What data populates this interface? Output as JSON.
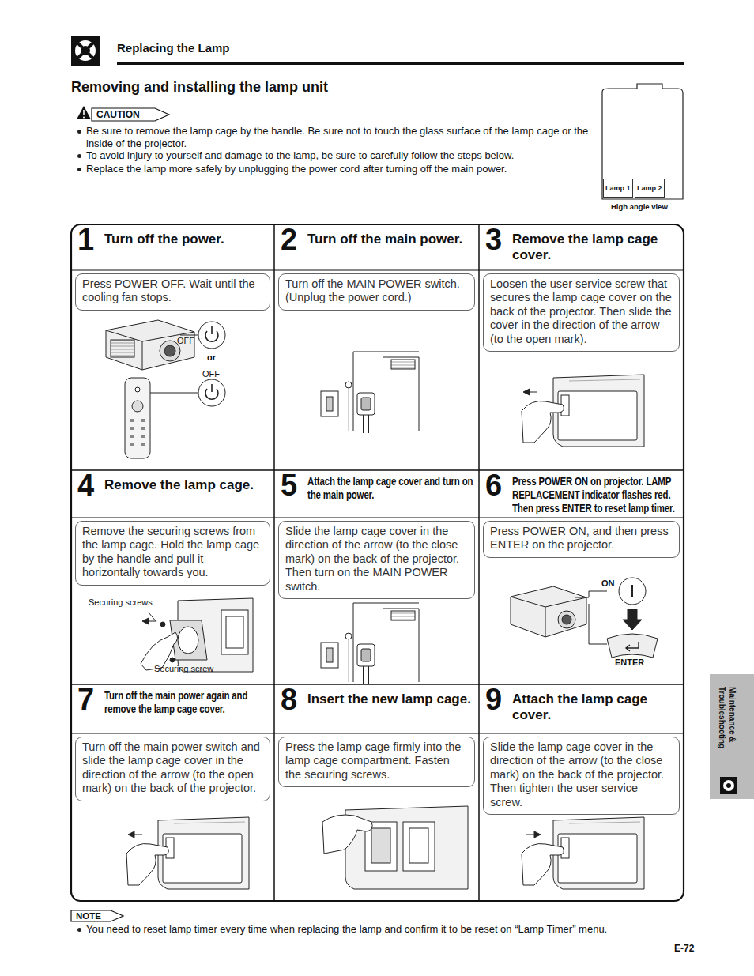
{
  "diagram": {
    "title": "Removing and installing the lamp unit",
    "nodes": [
      {
        "text": [
          "Lamp 1"
        ]
      },
      {
        "text": [
          "Lamp 2"
        ]
      },
      {
        "text": [
          "1",
          "Turn off the power."
        ]
      },
      {
        "text": [
          "Press POWER OFF. Wait until the cooling fan stops."
        ],
        "in": 2
      },
      {
        "text": [
          "2",
          "Turn off the main power."
        ]
      },
      {
        "text": [
          "Turn off the MAIN POWER switch. (Unplug the power cord.)"
        ],
        "in": 4
      },
      {
        "text": [
          "3",
          "Remove the lamp cage cover."
        ]
      },
      {
        "text": [
          "Loosen the user service screw that secures the lamp cage cover on the back of the projector. Then slide the cover in the direction of the arrow (to the open mark)."
        ],
        "in": 6
      },
      {
        "text": [
          "4",
          "Remove the lamp cage."
        ]
      },
      {
        "text": [
          "Remove the securing screws from the lamp cage. Hold the lamp cage by the handle and pull it horizontally towards you."
        ],
        "in": 8
      },
      {
        "text": [
          "5",
          "Attach the lamp cage cover and turn on the main power."
        ]
      },
      {
        "text": [
          "Slide the lamp cage cover in the direction of the arrow (to the close mark) on the back of the projector. Then turn on the MAIN POWER switch."
        ],
        "in": 10
      },
      {
        "text": [
          "6",
          "Press POWER ON on projector. LAMP REPLACEMENT indicator flashes red. Then press ENTER to reset lamp timer."
        ]
      },
      {
        "text": [
          "Press POWER ON, and then press ENTER on the projector."
        ],
        "in": 12
      },
      {
        "text": [
          "7",
          "Turn off the main power again and remove the lamp cage cover."
        ]
      },
      {
        "text": [
          "Turn off the main power switch and slide the lamp cage cover in the direction of the arrow (to the open mark) on the back of the projector."
        ],
        "in": 14
      },
      {
        "text": [
          "8",
          "Insert the new lamp cage."
        ]
      },
      {
        "text": [
          "Press the lamp cage firmly into the lamp cage compartment. Fasten the securing screws."
        ],
        "in": 16
      },
      {
        "text": [
          "9",
          "Attach the lamp cage cover."
        ]
      },
      {
        "text": [
          "Slide the lamp cage cover in the direction of the arrow (to the close mark) on the back of the projector. Then tighten the user service screw."
        ],
        "in": 18
      }
    ],
    "labels": [
      "Replacing the Lamp",
      "CAUTION",
      "Be sure to remove the lamp cage by the handle. Be sure not to touch the glass surface of the lamp cage or the inside of the projector.",
      "To avoid injury to yourself and damage to the lamp, be sure to carefully follow the steps below.",
      "Replace the lamp more safely by unplugging the power cord after turning off the main power.",
      "High angle view",
      "OFF",
      "or",
      "OFF",
      "Securing screws",
      "Securing screw",
      "ON",
      "ENTER",
      "NOTE",
      "You need to reset lamp timer every time when replacing the lamp and confirm it to be reset on “Lamp Timer” menu.",
      "Maintenance & Troubleshooting",
      "E-72"
    ]
  }
}
